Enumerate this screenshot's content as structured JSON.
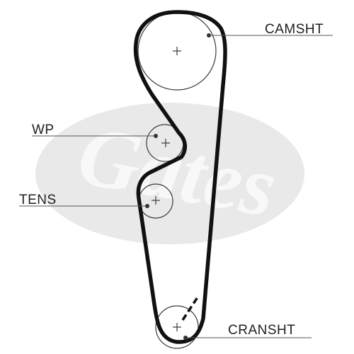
{
  "labels": {
    "camshaft": "CAMSHT",
    "water_pump": "WP",
    "tensioner": "TENS",
    "crankshaft": "CRANSHT"
  },
  "watermark": {
    "brand": "Gates",
    "color": "#e9e9e9",
    "text_color": "#f8f8f8"
  },
  "colors": {
    "belt": "#111111",
    "pulley": "#3a3a3a",
    "leader": "#555555",
    "text": "#1e1e1e"
  }
}
